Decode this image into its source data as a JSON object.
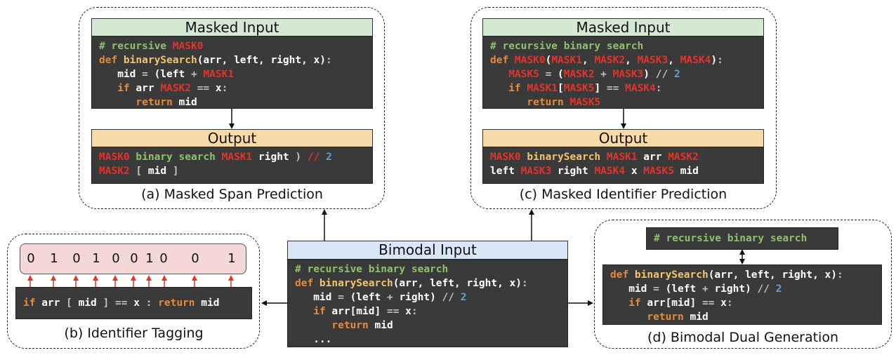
{
  "panels": {
    "a": {
      "header": "Masked Input",
      "output_header": "Output",
      "caption": "(a) Masked Span Prediction",
      "input_lines": [
        [
          [
            "c",
            "# recursive "
          ],
          [
            "m",
            "MASK0"
          ]
        ],
        [
          [
            "def",
            "def "
          ],
          [
            "fn",
            "binarySearch"
          ],
          [
            "w",
            "(arr, left, right, x)"
          ],
          [
            "o",
            ":"
          ]
        ],
        [
          [
            "w",
            "   mid "
          ],
          [
            "o",
            "= "
          ],
          [
            "w",
            "(left "
          ],
          [
            "o",
            "+ "
          ],
          [
            "m",
            "MASK1"
          ]
        ],
        [
          [
            "def",
            "   if "
          ],
          [
            "w",
            "arr "
          ],
          [
            "m",
            "MASK2 "
          ],
          [
            "o",
            "== "
          ],
          [
            "w",
            "x"
          ],
          [
            "o",
            ":"
          ]
        ],
        [
          [
            "def",
            "      return "
          ],
          [
            "w",
            "mid"
          ]
        ]
      ],
      "output_lines": [
        [
          [
            "m",
            "MASK0 "
          ],
          [
            "c",
            "binary search "
          ],
          [
            "m",
            "MASK1 "
          ],
          [
            "w",
            "right "
          ],
          [
            "o",
            ") "
          ],
          [
            "m",
            "// "
          ],
          [
            "n",
            "2"
          ]
        ],
        [
          [
            "m",
            "MASK2 "
          ],
          [
            "o",
            "[ "
          ],
          [
            "w",
            "mid "
          ],
          [
            "o",
            "]"
          ]
        ]
      ]
    },
    "c": {
      "header": "Masked Input",
      "output_header": "Output",
      "caption": "(c) Masked Identifier Prediction",
      "input_lines": [
        [
          [
            "c",
            "# recursive binary search"
          ]
        ],
        [
          [
            "def",
            "def "
          ],
          [
            "m",
            "MASK0"
          ],
          [
            "w",
            "("
          ],
          [
            "m",
            "MASK1"
          ],
          [
            "w",
            ", "
          ],
          [
            "m",
            "MASK2"
          ],
          [
            "w",
            ", "
          ],
          [
            "m",
            "MASK3"
          ],
          [
            "w",
            ", "
          ],
          [
            "m",
            "MASK4"
          ],
          [
            "w",
            ")"
          ],
          [
            "o",
            ":"
          ]
        ],
        [
          [
            "m",
            "   MASK5 "
          ],
          [
            "o",
            "= "
          ],
          [
            "w",
            "("
          ],
          [
            "m",
            "MASK2 "
          ],
          [
            "o",
            "+ "
          ],
          [
            "m",
            "MASK3"
          ],
          [
            "w",
            ") "
          ],
          [
            "o",
            "// "
          ],
          [
            "n",
            "2"
          ]
        ],
        [
          [
            "def",
            "   if "
          ],
          [
            "m",
            "MASK1"
          ],
          [
            "w",
            "["
          ],
          [
            "m",
            "MASK5"
          ],
          [
            "w",
            "] "
          ],
          [
            "o",
            "== "
          ],
          [
            "m",
            "MASK4"
          ],
          [
            "o",
            ":"
          ]
        ],
        [
          [
            "def",
            "      return "
          ],
          [
            "m",
            "MASK5"
          ]
        ]
      ],
      "output_lines": [
        [
          [
            "m",
            "MASK0 "
          ],
          [
            "fn",
            "binarySearch "
          ],
          [
            "m",
            "MASK1 "
          ],
          [
            "w",
            "arr "
          ],
          [
            "m",
            "MASK2"
          ]
        ],
        [
          [
            "w",
            "left "
          ],
          [
            "m",
            "MASK3 "
          ],
          [
            "w",
            "right "
          ],
          [
            "m",
            "MASK4 "
          ],
          [
            "w",
            "x "
          ],
          [
            "m",
            "MASK5 "
          ],
          [
            "w",
            "mid"
          ]
        ]
      ]
    },
    "b": {
      "caption": "(b) Identifier Tagging",
      "tags": [
        "0",
        "1",
        "0",
        "1",
        "0",
        "0",
        "1",
        "0",
        "0",
        "1"
      ],
      "code_line": [
        [
          "def",
          "if "
        ],
        [
          "w",
          "arr "
        ],
        [
          "o",
          "[ "
        ],
        [
          "w",
          "mid "
        ],
        [
          "o",
          "] "
        ],
        [
          "o",
          "== "
        ],
        [
          "w",
          "x "
        ],
        [
          "o",
          ": "
        ],
        [
          "def",
          "return "
        ],
        [
          "w",
          "mid"
        ]
      ]
    },
    "center": {
      "header": "Bimodal Input",
      "lines": [
        [
          [
            "c",
            "# recursive binary search"
          ]
        ],
        [
          [
            "def",
            "def "
          ],
          [
            "fn",
            "binarySearch"
          ],
          [
            "w",
            "(arr, left, right, x)"
          ],
          [
            "o",
            ":"
          ]
        ],
        [
          [
            "w",
            "   mid "
          ],
          [
            "o",
            "= "
          ],
          [
            "w",
            "(left "
          ],
          [
            "o",
            "+ "
          ],
          [
            "w",
            "right) "
          ],
          [
            "o",
            "// "
          ],
          [
            "n",
            "2"
          ]
        ],
        [
          [
            "def",
            "   if "
          ],
          [
            "w",
            "arr[mid] "
          ],
          [
            "o",
            "== "
          ],
          [
            "w",
            "x"
          ],
          [
            "o",
            ":"
          ]
        ],
        [
          [
            "def",
            "      return "
          ],
          [
            "w",
            "mid"
          ]
        ],
        [
          [
            "w",
            "   ..."
          ]
        ]
      ]
    },
    "d": {
      "caption": "(d) Bimodal Dual Generation",
      "comment_line": [
        [
          "c",
          "# recursive binary search"
        ]
      ],
      "lines": [
        [
          [
            "def",
            "def "
          ],
          [
            "fn",
            "binarySearch"
          ],
          [
            "w",
            "(arr, left, right, x)"
          ],
          [
            "o",
            ":"
          ]
        ],
        [
          [
            "w",
            "   mid "
          ],
          [
            "o",
            "= "
          ],
          [
            "w",
            "(left "
          ],
          [
            "o",
            "+ "
          ],
          [
            "w",
            "right) "
          ],
          [
            "o",
            "// "
          ],
          [
            "n",
            "2"
          ]
        ],
        [
          [
            "def",
            "   if "
          ],
          [
            "w",
            "arr[mid] "
          ],
          [
            "o",
            "== "
          ],
          [
            "w",
            "x"
          ],
          [
            "o",
            ":"
          ]
        ],
        [
          [
            "def",
            "      return "
          ],
          [
            "w",
            "mid"
          ]
        ]
      ]
    }
  },
  "token_colors": {
    "def": "#e58b3b",
    "fn": "#f2c46b",
    "c": "#8dc26b",
    "m": "#e3332b",
    "n": "#6a9fd4",
    "o": "#c0c0c0",
    "w": "#ffffff"
  }
}
